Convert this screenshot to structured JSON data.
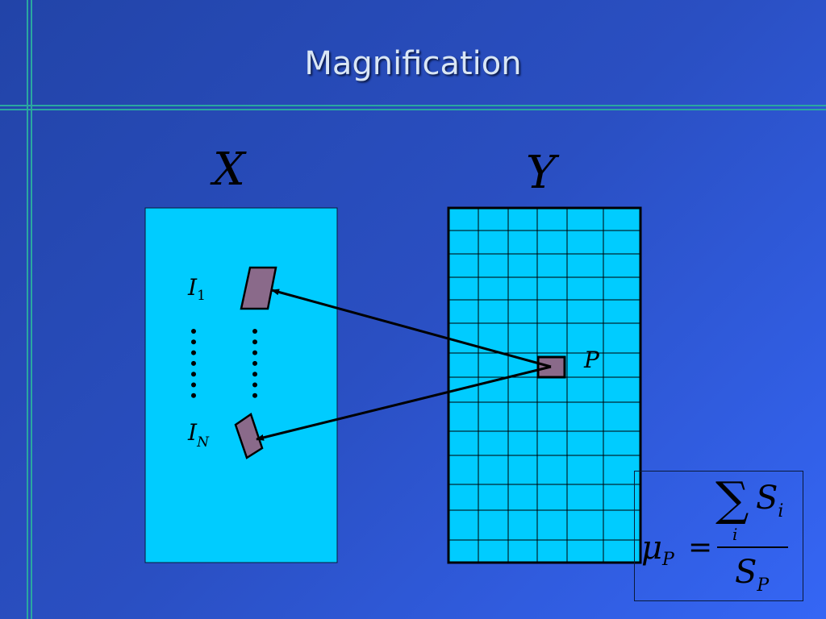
{
  "slide": {
    "title": "Magnification"
  },
  "labels": {
    "x": "X",
    "y": "Y",
    "i1_base": "I",
    "i1_sub": "1",
    "in_base": "I",
    "in_sub": "N",
    "p": "P"
  },
  "formula": {
    "mu": "μ",
    "mu_sub": "P",
    "equals": "=",
    "sum": "∑",
    "sum_index": "i",
    "num_base": "S",
    "num_sub": "i",
    "den_base": "S",
    "den_sub": "P"
  },
  "colors": {
    "panel": "#00ccff",
    "patch": "#8a6a8a",
    "divider": "#2aa7a0",
    "title": "#d9e6f5"
  }
}
